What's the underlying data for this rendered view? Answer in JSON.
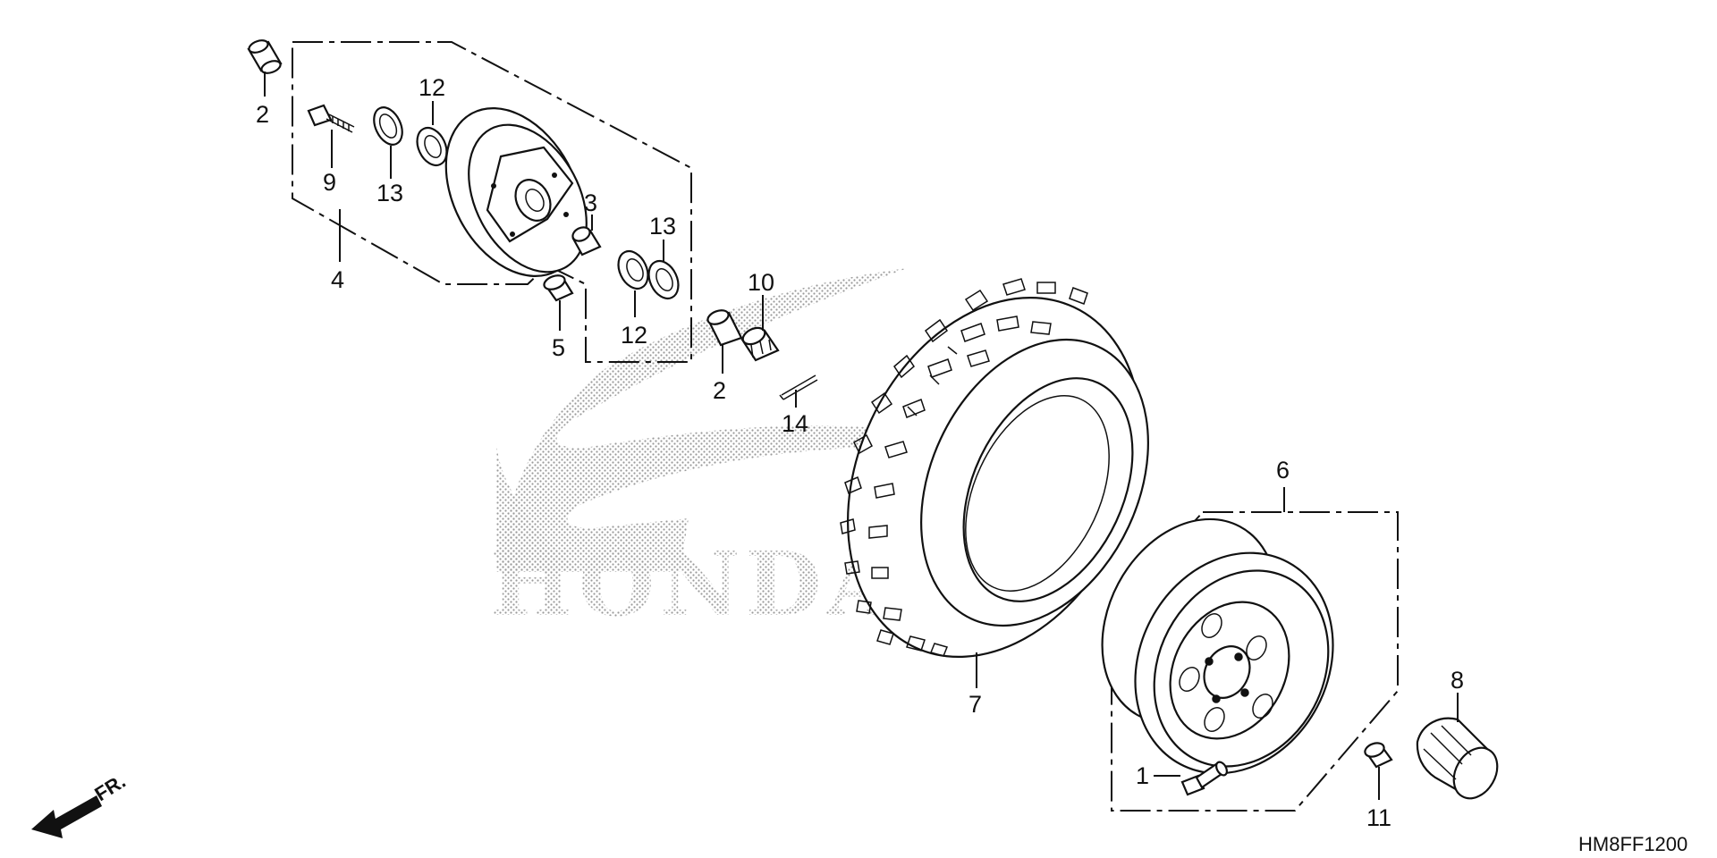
{
  "diagram": {
    "watermark": "HONDA",
    "direction_label": "FR.",
    "diagram_code": "HM8FF1200",
    "callouts": [
      {
        "id": "c2a",
        "label": "2"
      },
      {
        "id": "c9",
        "label": "9"
      },
      {
        "id": "c13a",
        "label": "13"
      },
      {
        "id": "c12a",
        "label": "12"
      },
      {
        "id": "c4",
        "label": "4"
      },
      {
        "id": "c3",
        "label": "3"
      },
      {
        "id": "c13b",
        "label": "13"
      },
      {
        "id": "c5",
        "label": "5"
      },
      {
        "id": "c12b",
        "label": "12"
      },
      {
        "id": "c10",
        "label": "10"
      },
      {
        "id": "c2b",
        "label": "2"
      },
      {
        "id": "c14",
        "label": "14"
      },
      {
        "id": "c6",
        "label": "6"
      },
      {
        "id": "c7",
        "label": "7"
      },
      {
        "id": "c8",
        "label": "8"
      },
      {
        "id": "c1",
        "label": "1"
      },
      {
        "id": "c11",
        "label": "11"
      }
    ]
  },
  "colors": {
    "line": "#111111",
    "watermark_dots": "#9a9a9a",
    "background": "#ffffff"
  }
}
